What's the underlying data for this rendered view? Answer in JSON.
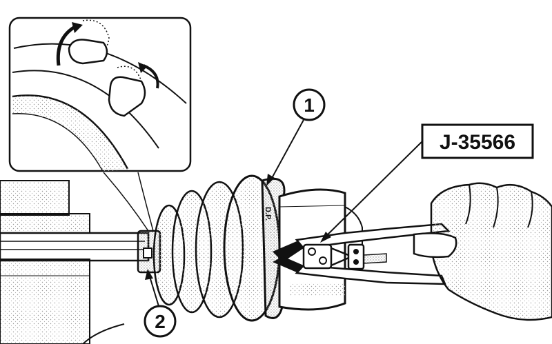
{
  "callouts": {
    "item_1": "1",
    "item_2": "2",
    "tool_label": "J-35566"
  },
  "colors": {
    "ink": "#111111",
    "paper": "#ffffff",
    "stipple": "#9a9a9a"
  }
}
